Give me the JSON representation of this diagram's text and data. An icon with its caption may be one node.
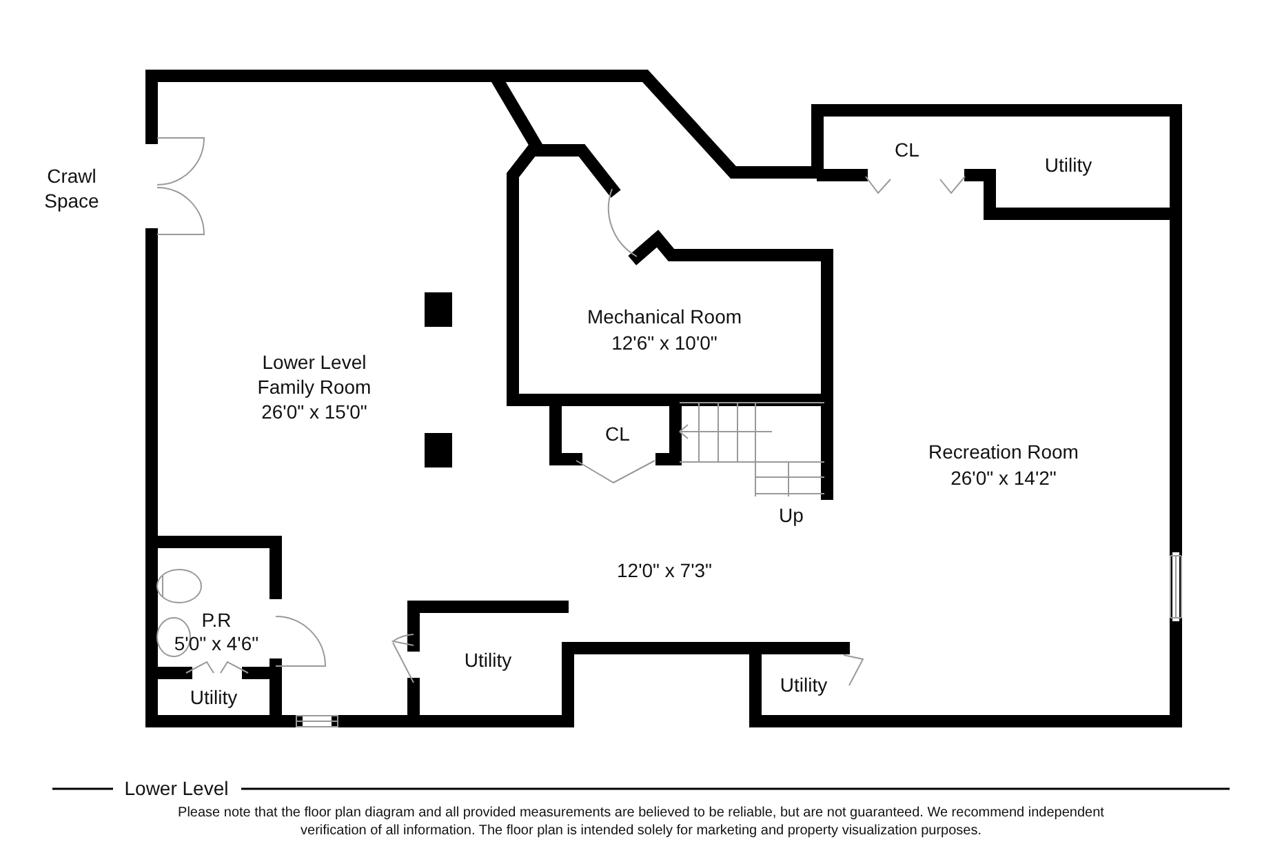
{
  "diagram": {
    "title": "Lower Level",
    "caption": "Please note that the floor plan diagram and all provided measurements are believed to be reliable, but are not guaranteed. We recommend independent verification of all information. The floor plan is intended solely for marketing and property visualization purposes.",
    "labels": [
      "Crawl Space",
      "CL",
      "Utility",
      "Mechanical Room",
      "12'6\" x 10'0\"",
      "Lower Level Family Room",
      "26'0\" x 15'0\"",
      "CL",
      "Recreation Room",
      "26'0\" x 14'2\"",
      "Up",
      "12'0\" x 7'3\"",
      "P.R",
      "5'0\" x 4'6\"",
      "Utility",
      "Utility",
      "Utility"
    ]
  }
}
